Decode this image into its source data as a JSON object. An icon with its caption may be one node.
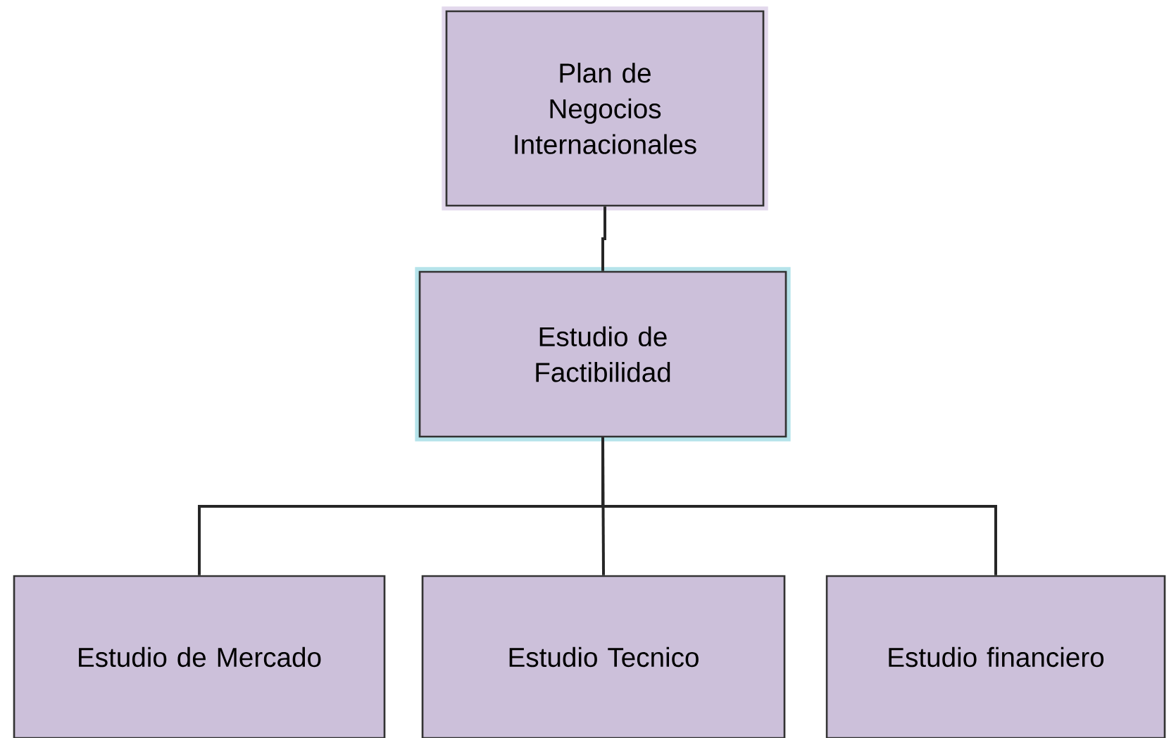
{
  "diagram": {
    "nodes": [
      {
        "text": [
          "Plan de Negocios Internacionales"
        ]
      },
      {
        "text": [
          "Estudio de Factibilidad"
        ]
      },
      {
        "text": [
          "Estudio de Mercado"
        ]
      },
      {
        "text": [
          "Estudio Tecnico"
        ]
      },
      {
        "text": [
          "Estudio financiero"
        ]
      }
    ],
    "edges": [
      {
        "from": 0,
        "to": 1,
        "arrow": "none"
      },
      {
        "from": 1,
        "to": 2,
        "arrow": "none"
      },
      {
        "from": 1,
        "to": 3,
        "arrow": "none"
      },
      {
        "from": 1,
        "to": 4,
        "arrow": "none"
      }
    ]
  }
}
